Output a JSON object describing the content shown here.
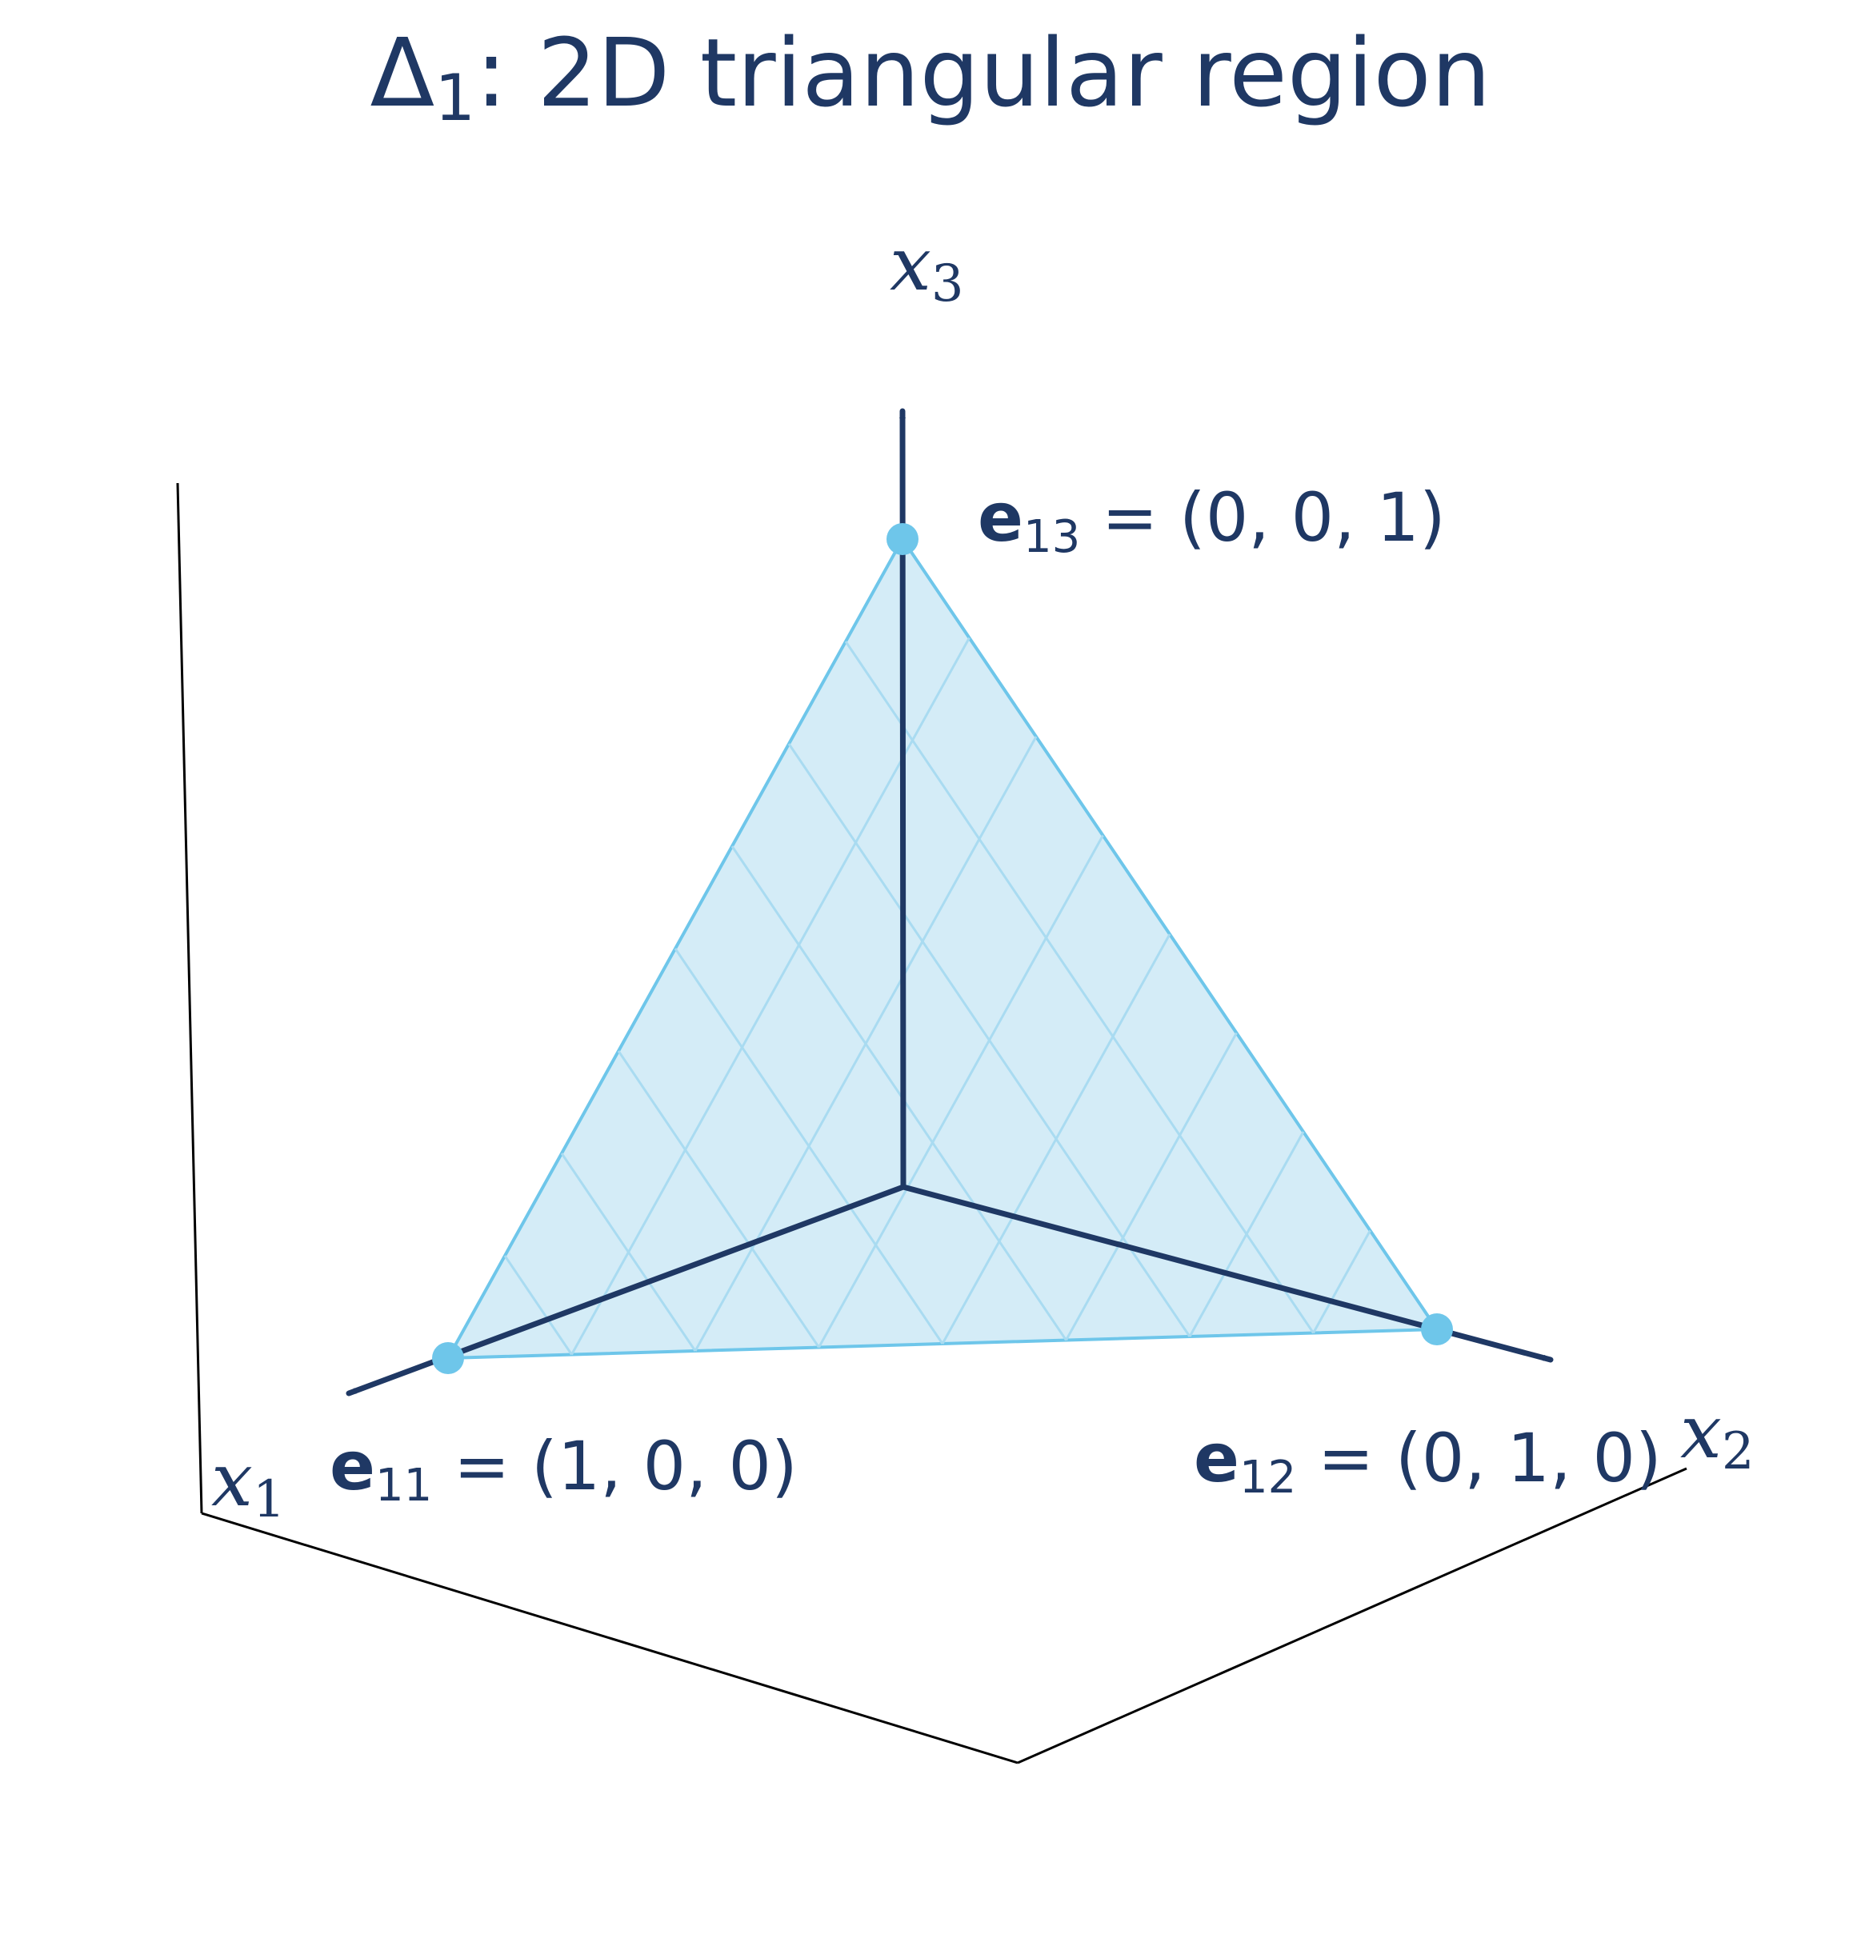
{
  "title": {
    "symbol": "Δ",
    "subscript": "1",
    "rest": ": 2D triangular region"
  },
  "axes": {
    "x1": {
      "var": "x",
      "sub": "1"
    },
    "x2": {
      "var": "x",
      "sub": "2"
    },
    "x3": {
      "var": "x",
      "sub": "3"
    }
  },
  "vertices": [
    {
      "vector": "e",
      "sub": "11",
      "equals": " = ",
      "coords": "(1, 0, 0)"
    },
    {
      "vector": "e",
      "sub": "12",
      "equals": " = ",
      "coords": "(0, 1, 0)"
    },
    {
      "vector": "e",
      "sub": "13",
      "equals": " = ",
      "coords": "(0, 0, 1)"
    }
  ],
  "colors": {
    "navy": "#1f3864",
    "region_fill": "#d4ecf7",
    "region_edge": "#6ec6ea",
    "grid_line": "#a9dbf1",
    "vertex_dot": "#6ec6ea",
    "frame": "#000000"
  }
}
